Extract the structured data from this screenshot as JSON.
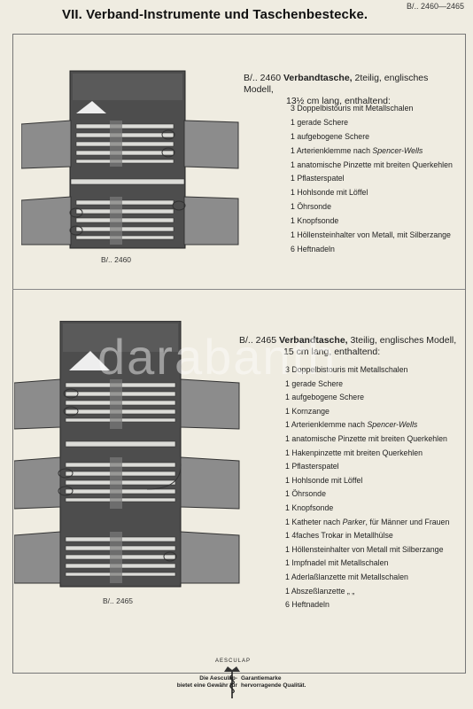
{
  "header": {
    "page_code": "B/.. 2460—2465",
    "title": "VII. Verband-Instrumente und Taschenbestecke."
  },
  "item_2460": {
    "code": "B/.. 2460",
    "name": "Verbandtasche,",
    "desc": "2teilig, englisches Modell,",
    "length": "13½ cm lang, enthaltend:",
    "figure_label": "B/.. 2460",
    "contents": [
      {
        "text": "3 Doppelbistouris mit Metallschalen"
      },
      {
        "text": "1 gerade Schere"
      },
      {
        "text": "1 aufgebogene Schere"
      },
      {
        "text": "1 Arterienklemme nach ",
        "em": "Spencer-Wells"
      },
      {
        "text": "1 anatomische Pinzette mit breiten Querkehlen"
      },
      {
        "text": "1 Pflasterspatel"
      },
      {
        "text": "1 Hohlsonde mit Löffel"
      },
      {
        "text": "1 Öhrsonde"
      },
      {
        "text": "1 Knopfsonde"
      },
      {
        "text": "1 Höllensteinhalter von Metall, mit Silberzange"
      },
      {
        "text": "6 Heftnadeln"
      }
    ]
  },
  "item_2465": {
    "code": "B/.. 2465",
    "name": "Verbandtasche,",
    "desc": "3teilig, englisches Modell,",
    "length": "15 cm lang, enthaltend:",
    "figure_label": "B/.. 2465",
    "contents": [
      {
        "text": "3 Doppelbistouris mit Metallschalen"
      },
      {
        "text": "1 gerade Schere"
      },
      {
        "text": "1 aufgebogene Schere"
      },
      {
        "text": "1 Kornzange"
      },
      {
        "text": "1 Arterienklemme nach ",
        "em": "Spencer-Wells"
      },
      {
        "text": "1 anatomische Pinzette mit breiten Querkehlen"
      },
      {
        "text": "1 Hakenpinzette mit breiten Querkehlen"
      },
      {
        "text": "1 Pflasterspatel"
      },
      {
        "text": "1 Hohlsonde mit Löffel"
      },
      {
        "text": "1 Öhrsonde"
      },
      {
        "text": "1 Knopfsonde"
      },
      {
        "text": "1 Katheter nach ",
        "em": "Parker",
        "after": ", für Männer und Frauen"
      },
      {
        "text": "1 4faches Trokar in Metallhülse"
      },
      {
        "text": "1 Höllensteinhalter von Metall mit Silberzange"
      },
      {
        "text": "1 Impfnadel mit Metallschalen"
      },
      {
        "text": "1 Aderlaßlanzette mit Metallschalen"
      },
      {
        "text": "1 Abszeßlanzette    „    „"
      },
      {
        "text": "6 Heftnadeln"
      }
    ]
  },
  "watermark": "darabanth",
  "footer": {
    "logo_text": "AESCULAP",
    "left_line1": "Die Aesculap-",
    "left_line2": "bietet eine Gewähr für",
    "right_line1": "Garantiemarke",
    "right_line2": "hervorragende Qualität."
  },
  "colors": {
    "paper": "#efece1",
    "case_dark": "#4a4a4a",
    "flap": "#8a8a8a",
    "instrument": "#d8d8d4"
  }
}
